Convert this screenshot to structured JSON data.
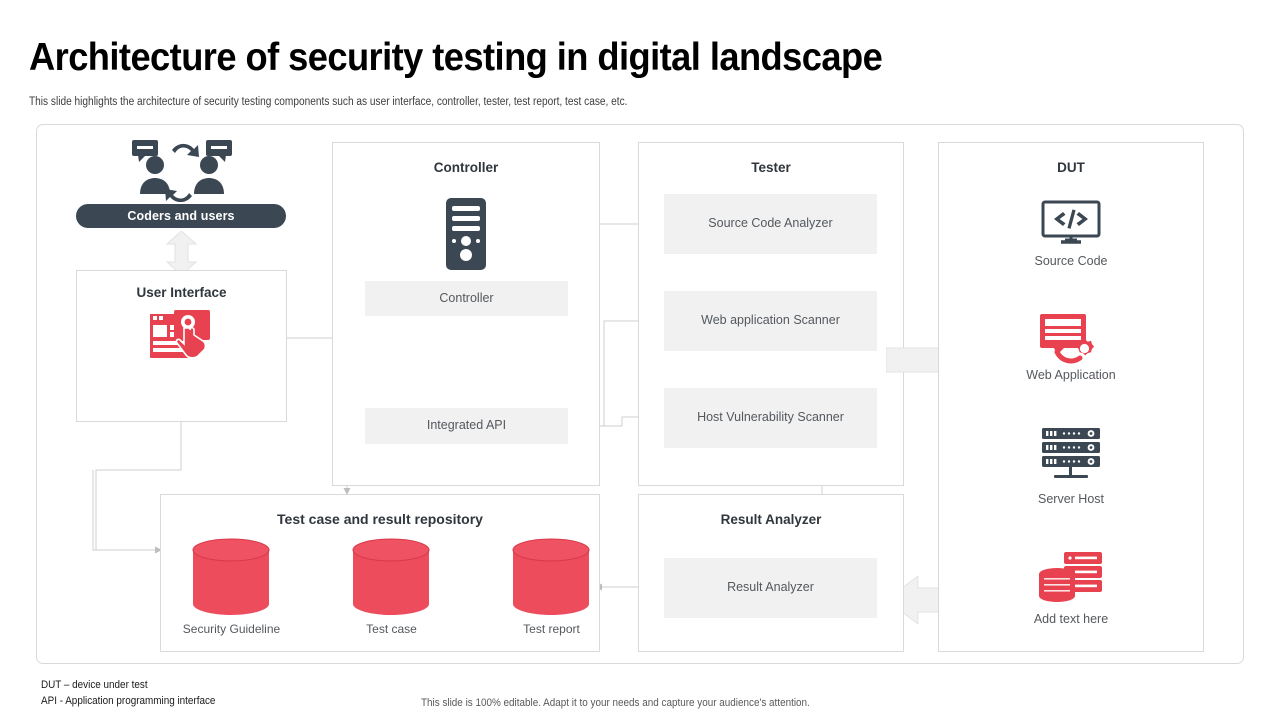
{
  "slide": {
    "title": "Architecture of security testing in digital landscape",
    "subtitle": "This slide highlights the architecture of security testing components such as user interface, controller, tester, test report, test case, etc.",
    "footnotes": [
      "DUT – device under test",
      "API -  Application programming interface"
    ],
    "editable_note": "This slide is 100% editable. Adapt it to your needs and capture your audience's attention."
  },
  "colors": {
    "dark": "#3b4752",
    "red": "#e8414f",
    "red_cylinder": "#ed4c5c",
    "gray_box": "#f1f1f1",
    "border": "#d9d9d9",
    "connector": "#bfbfbf",
    "big_arrow_fill": "#f1f1f1",
    "big_arrow_stroke": "#e0e0e0"
  },
  "left_column": {
    "coders_pill_label": "Coders and users",
    "coders_icon": "two-people-exchange-icon",
    "user_interface": {
      "title": "User Interface",
      "icon": "ui-touch-screen-icon"
    }
  },
  "controller_panel": {
    "title": "Controller",
    "icon": "server-tower-icon",
    "boxes": [
      {
        "label": "Controller"
      },
      {
        "label": "Integrated API"
      }
    ]
  },
  "tester_panel": {
    "title": "Tester",
    "boxes": [
      {
        "label": "Source Code Analyzer"
      },
      {
        "label": "Web application Scanner"
      },
      {
        "label": "Host  Vulnerability Scanner"
      }
    ]
  },
  "dut_panel": {
    "title": "DUT",
    "items": [
      {
        "label": "Source Code",
        "icon": "monitor-code-icon"
      },
      {
        "label": "Web Application",
        "icon": "web-app-gear-icon"
      },
      {
        "label": "Server Host",
        "icon": "server-rack-icon"
      },
      {
        "label": "Add text here",
        "icon": "database-stack-icon"
      }
    ]
  },
  "repository_panel": {
    "title": "Test case and result repository",
    "cylinders": [
      {
        "label": "Security Guideline"
      },
      {
        "label": "Test case"
      },
      {
        "label": "Test report"
      }
    ]
  },
  "result_panel": {
    "title": "Result Analyzer",
    "boxes": [
      {
        "label": "Result Analyzer"
      }
    ]
  },
  "flow_arrows": {
    "coders_to_ui": "double-vertical-arrow",
    "tester_to_dut": "right-block-arrow",
    "dut_to_result": "left-block-arrow"
  }
}
